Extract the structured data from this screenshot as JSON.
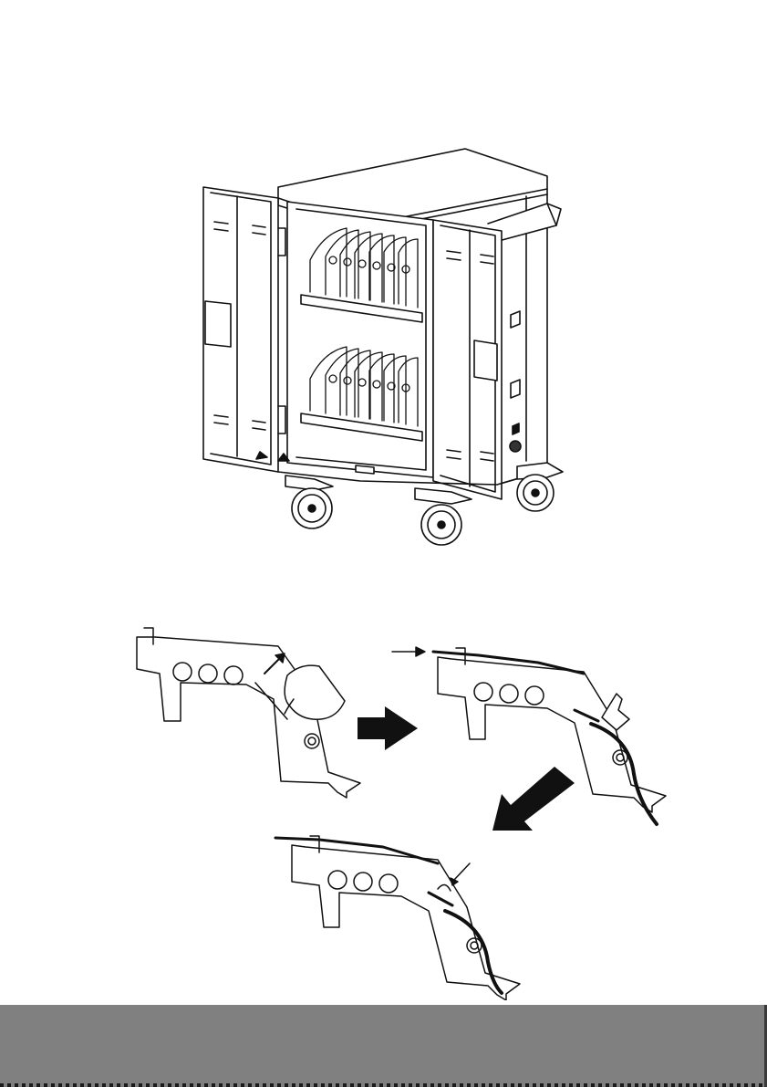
{
  "page": {
    "background": "#ffffff",
    "footer_color": "#808080"
  },
  "figures": {
    "cart": {
      "icon": "charging-cart-illustration"
    },
    "bracket_steps": {
      "icons": [
        "bracket-step-1",
        "bracket-step-2",
        "bracket-step-3"
      ],
      "arrows": [
        "right-arrow-icon",
        "down-left-arrow-icon"
      ]
    }
  }
}
